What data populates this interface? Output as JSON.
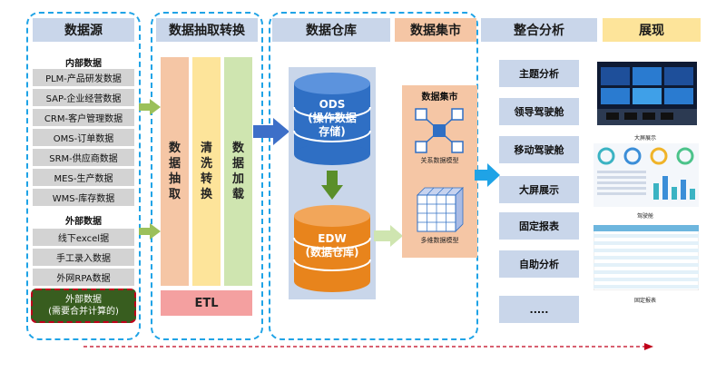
{
  "headers": {
    "source": "数据源",
    "etl": "数据抽取转换",
    "warehouse": "数据仓库",
    "mart": "数据集市",
    "analysis": "整合分析",
    "display": "展现"
  },
  "source": {
    "internal_title": "内部数据",
    "internal_items": [
      "PLM-产品研发数据",
      "SAP-企业经营数据",
      "CRM-客户管理数据",
      "OMS-订单数据",
      "SRM-供应商数据",
      "MES-生产数据",
      "WMS-库存数据"
    ],
    "external_title": "外部数据",
    "external_items": [
      "线下excel据",
      "手工录入数据",
      "外网RPA数据"
    ],
    "special_line1": "外部数据",
    "special_line2": "(需要合并计算的)"
  },
  "etl": {
    "col1": [
      "数",
      "据",
      "抽",
      "取"
    ],
    "col2": [
      "清",
      "洗",
      "转",
      "换"
    ],
    "col3": [
      "数",
      "据",
      "加",
      "载"
    ],
    "footer": "ETL"
  },
  "warehouse": {
    "ods_line1": "ODS",
    "ods_line2": "(操作数据",
    "ods_line3": "存储)",
    "edw_line1": "EDW",
    "edw_line2": "(数据仓库)"
  },
  "mart": {
    "title": "数据集市",
    "relational_caption": "关系数据模型",
    "multidim_caption": "多维数据模型"
  },
  "analysis": {
    "items": [
      "主题分析",
      "领导驾驶舱",
      "移动驾驶舱",
      "大屏展示",
      "固定报表",
      "自助分析",
      "....."
    ]
  },
  "display": {
    "caption1": "大屏展示",
    "caption2": "驾驶舱",
    "caption3": "固定报表"
  },
  "colors": {
    "dash_blue": "#1fa3e6",
    "header_blue": "#c9d6ea",
    "header_orange": "#f5c6a5",
    "etl_orange": "#f5c6a5",
    "etl_yellow": "#fde49a",
    "etl_green": "#cfe5b0",
    "etl_red": "#f4a0a0",
    "ods_blue": "#2f6fc4",
    "edw_orange": "#e8841c",
    "arrow_green": "#9bc05a",
    "arrow_blue": "#3d6fc8",
    "special_green": "#385d1f",
    "special_red": "#c0001a"
  }
}
